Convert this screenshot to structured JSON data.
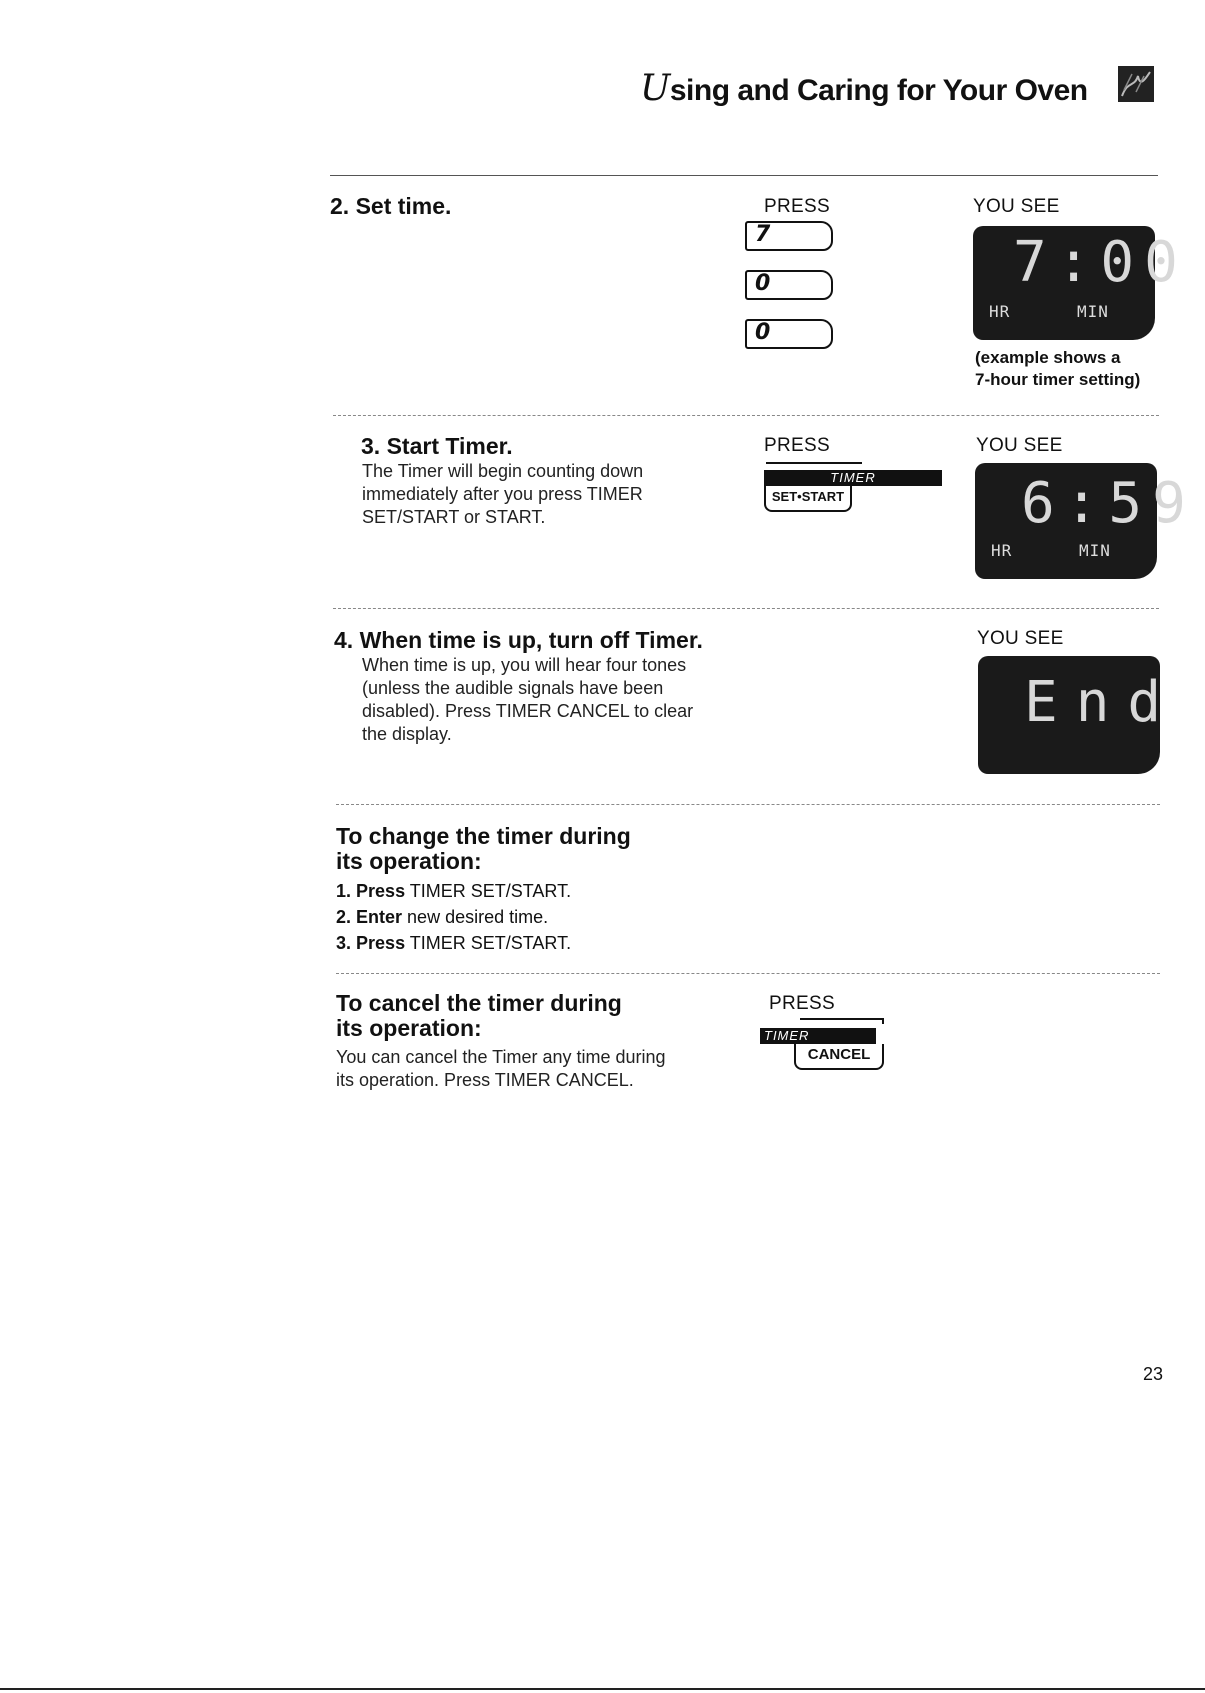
{
  "header": {
    "title_initial": "U",
    "title_rest": "sing and Caring for Your Oven"
  },
  "icons": {
    "header_logo": "oven-emblem-icon"
  },
  "columns": {
    "press": "PRESS",
    "you_see": "YOU SEE"
  },
  "step2": {
    "title": "2. Set time.",
    "keys": [
      "7",
      "0",
      "0"
    ],
    "display": {
      "digits": "7:00",
      "hr": "HR",
      "min": "MIN"
    },
    "caption_line1": "(example shows a",
    "caption_line2": "7-hour timer setting)"
  },
  "step3": {
    "title": "3. Start Timer.",
    "body_line1": "The Timer will begin counting down",
    "body_line2": "immediately after you press TIMER",
    "body_line3": "SET/START or START.",
    "button_top": "TIMER",
    "button_bottom": "SET•START",
    "display": {
      "digits": "6:59",
      "hr": "HR",
      "min": "MIN"
    }
  },
  "step4": {
    "title": "4. When time is up, turn off Timer.",
    "body_line1": "When time is up, you will hear four tones",
    "body_line2": "(unless the audible signals have been",
    "body_line3": "disabled). Press TIMER CANCEL to clear",
    "body_line4": "the display.",
    "display": {
      "digits": "End"
    }
  },
  "change": {
    "heading_line1": "To change the timer during",
    "heading_line2": "its operation:",
    "items": [
      {
        "num": "1.",
        "bold": "Press",
        "rest": " TIMER SET/START."
      },
      {
        "num": "2.",
        "bold": "Enter",
        "rest": " new desired time."
      },
      {
        "num": "3.",
        "bold": "Press",
        "rest": " TIMER SET/START."
      }
    ]
  },
  "cancel": {
    "heading_line1": "To cancel the timer during",
    "heading_line2": "its operation:",
    "body_line1": "You can cancel the Timer any time during",
    "body_line2": "its operation. Press TIMER CANCEL.",
    "button_top": "TIMER",
    "button_bottom": "CANCEL"
  },
  "page_number": "23"
}
